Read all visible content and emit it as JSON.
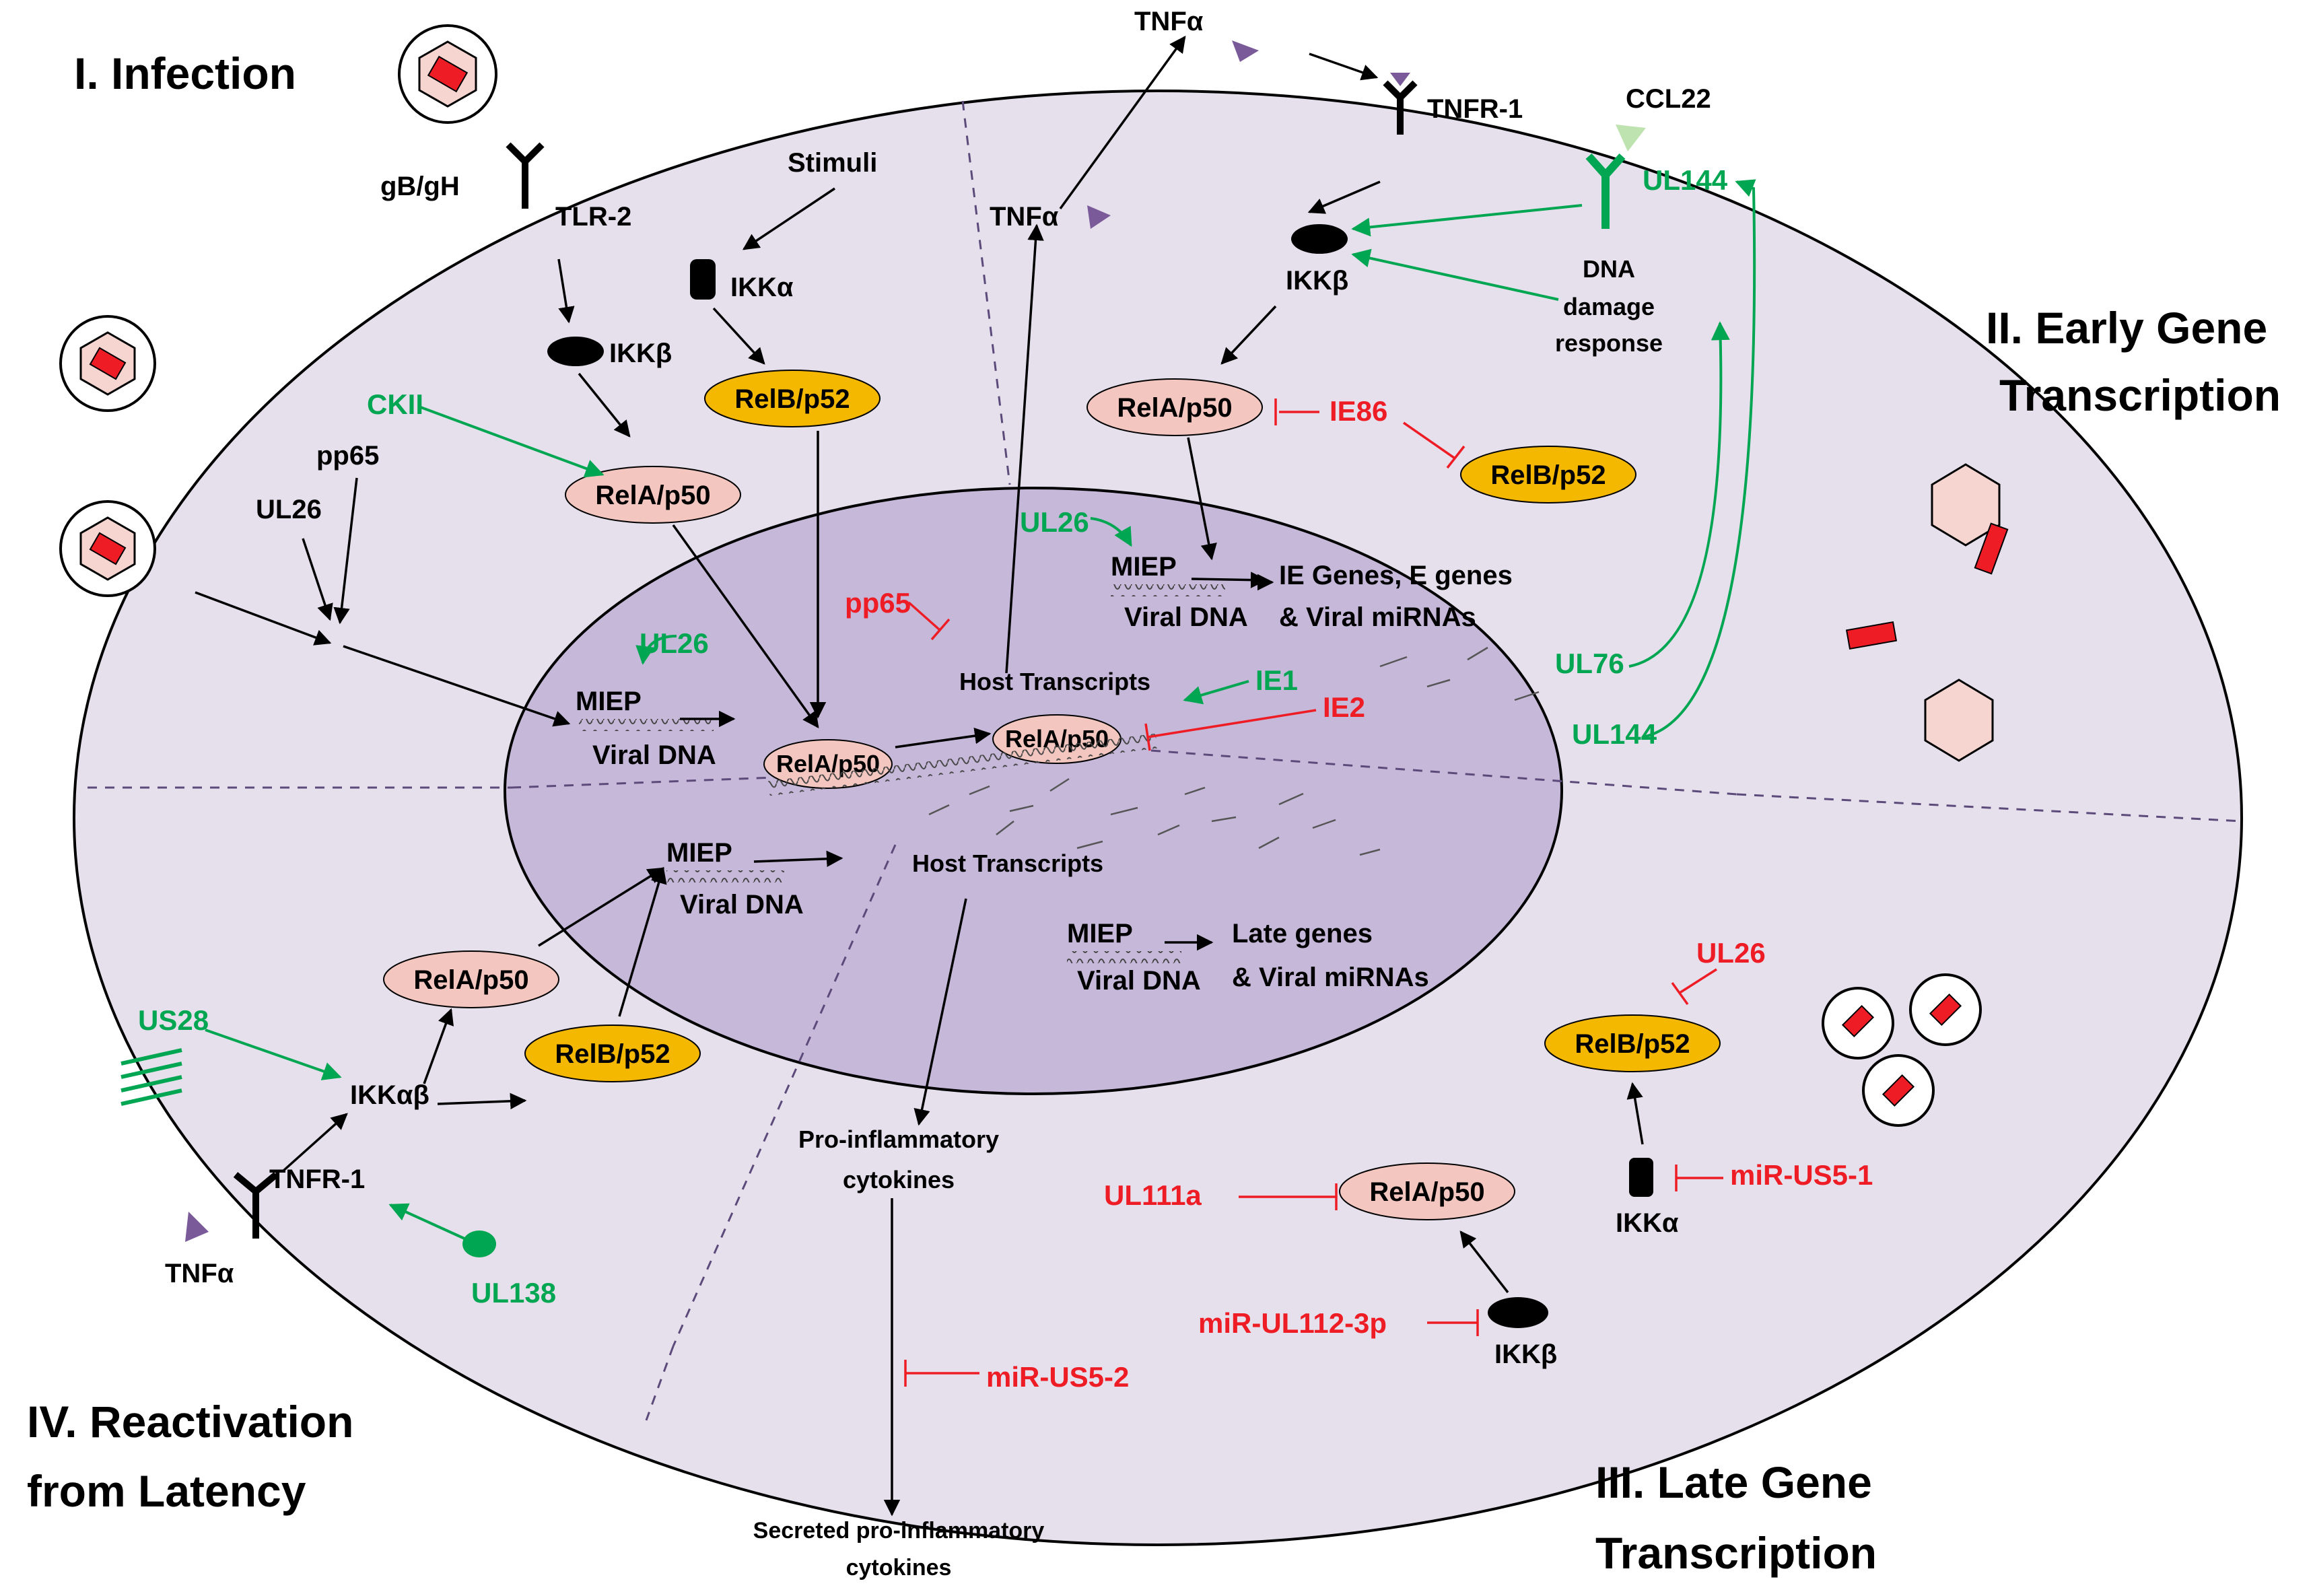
{
  "colors": {
    "cell": "#e6e0ec",
    "nucleus": "#c6b8d9",
    "rela": "#f4c6c0",
    "relb": "#f5b800",
    "green": "#00a651",
    "red": "#ee1c25",
    "tnf_triangle": "#7a5a98",
    "ccl22_triangle": "#bfe3b0"
  },
  "sections": {
    "infection": "I. Infection",
    "early_1": "II. Early Gene",
    "early_2": "Transcription",
    "late_1": "III. Late Gene",
    "late_2": "Transcription",
    "react_1": "IV. Reactivation",
    "react_2": "from Latency"
  },
  "labels": {
    "gb_gh": "gB/gH",
    "tlr2": "TLR-2",
    "stimuli": "Stimuli",
    "ikka": "IKKα",
    "ikkb": "IKKβ",
    "ikkab": "IKKαβ",
    "rela_p50": "RelA/p50",
    "relb_p52": "RelB/p52",
    "pp65": "pp65",
    "ul26": "UL26",
    "tnfa": "TNFα",
    "tnfr1": "TNFR-1",
    "ccl22": "CCL22",
    "dna_1": "DNA",
    "dna_2": "damage",
    "dna_3": "response",
    "miep": "MIEP",
    "viral_dna": "Viral DNA",
    "host_transcripts": "Host Transcripts",
    "ie_genes_1": "IE Genes, E genes",
    "ie_genes_2": "& Viral miRNAs",
    "late_genes_1": "Late genes",
    "late_genes_2": "& Viral miRNAs",
    "proinf_1": "Pro-inflammatory",
    "proinf_2": "cytokines",
    "secreted_1": "Secreted pro-inflammatory",
    "secreted_2": "cytokines"
  },
  "green_labels": {
    "ckii": "CKII",
    "ul26_nuc": "UL26",
    "ul26_early": "UL26",
    "ie1": "IE1",
    "ul144_top": "UL144",
    "ul76": "UL76",
    "ul144_mid": "UL144",
    "us28": "US28",
    "ul138": "UL138"
  },
  "red_labels": {
    "ie86": "IE86",
    "pp65": "pp65",
    "ie2": "IE2",
    "ul26_late": "UL26",
    "ul111a": "UL111a",
    "mir_us5_1": "miR-US5-1",
    "mir_ul112": "miR-UL112-3p",
    "mir_us5_2": "miR-US5-2"
  }
}
